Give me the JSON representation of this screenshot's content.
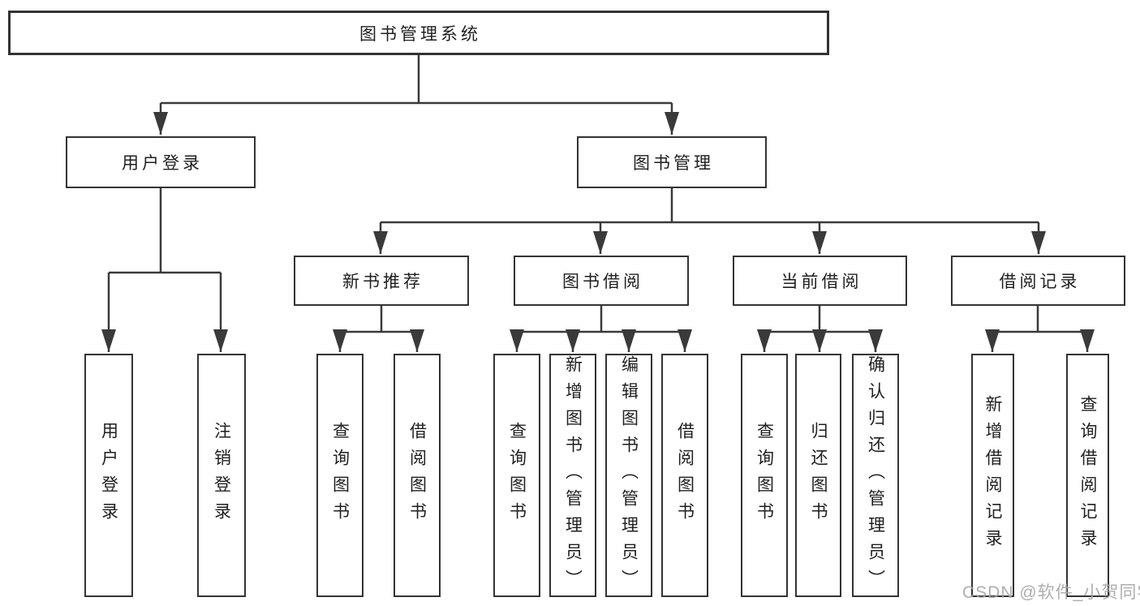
{
  "tree": {
    "label": "图书管理系统",
    "children": [
      {
        "label": "用户登录",
        "children": [
          {
            "label": "用户登录"
          },
          {
            "label": "注销登录"
          }
        ]
      },
      {
        "label": "图书管理",
        "children": [
          {
            "label": "新书推荐",
            "children": [
              {
                "label": "查询图书"
              },
              {
                "label": "借阅图书"
              }
            ]
          },
          {
            "label": "图书借阅",
            "children": [
              {
                "label": "查询图书"
              },
              {
                "label": "新增图书（管理员）"
              },
              {
                "label": "编辑图书（管理员）"
              },
              {
                "label": "借阅图书"
              }
            ]
          },
          {
            "label": "当前借阅",
            "children": [
              {
                "label": "查询图书"
              },
              {
                "label": "归还图书"
              },
              {
                "label": "确认归还（管理员）"
              }
            ]
          },
          {
            "label": "借阅记录",
            "children": [
              {
                "label": "新增借阅记录"
              },
              {
                "label": "查询借阅记录"
              }
            ]
          }
        ]
      }
    ]
  },
  "watermark": {
    "text": "CSDN @软件_小贺同学"
  },
  "colors": {
    "line": "#3a3a3a",
    "box_border": "#333333",
    "box_fill": "#ffffff",
    "text": "#1f1f1f",
    "watermark": "#a5a5a5"
  }
}
